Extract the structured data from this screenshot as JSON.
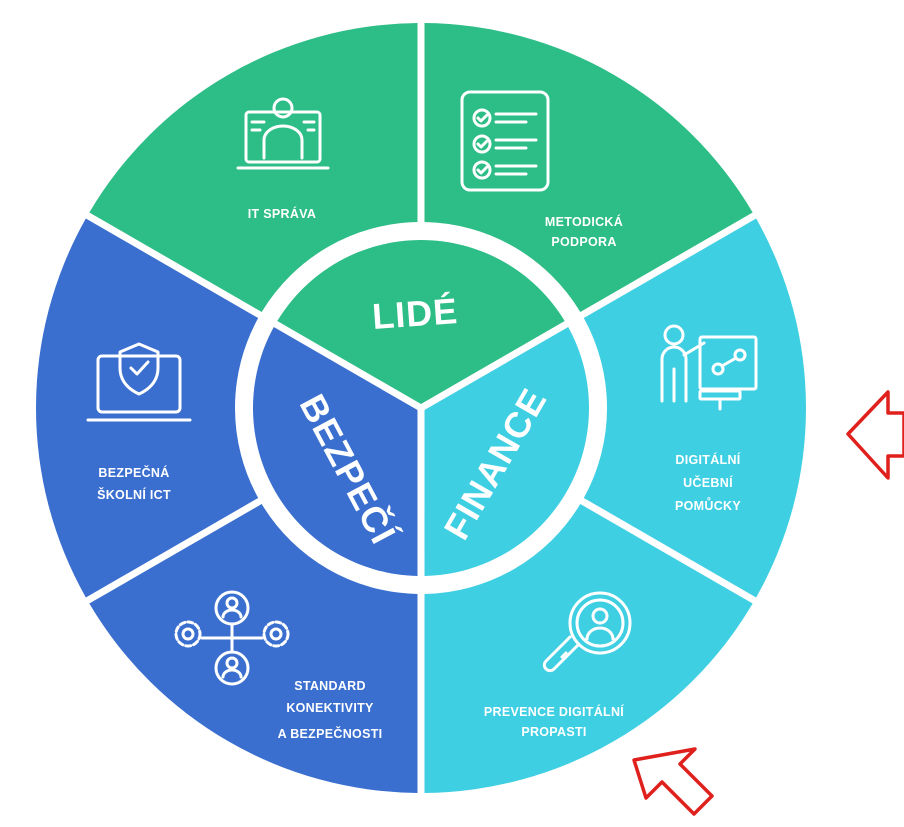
{
  "colors": {
    "green": "#2dbd86",
    "blue": "#3a6fd0",
    "cyan": "#3fcfe3",
    "ring": "#ffffff",
    "arrow": "#e0201c"
  },
  "inner": {
    "lide": "LIDÉ",
    "bezpeci": "BEZPEČÍ",
    "finance": "FINANCE"
  },
  "segments": {
    "it_sprava": {
      "line1": "IT SPRÁVA",
      "icon": "person-at-computer-icon"
    },
    "metodicka": {
      "line1": "METODICKÁ",
      "line2": "PODPORA",
      "icon": "checklist-icon"
    },
    "digitalni": {
      "line1": "DIGITÁLNÍ",
      "line2": "UČEBNÍ",
      "line3": "POMŮCKY",
      "icon": "teacher-presenting-icon"
    },
    "prevence": {
      "line1": "PREVENCE DIGITÁLNÍ",
      "line2": "PROPASTI",
      "icon": "magnifier-person-icon"
    },
    "standard": {
      "line1": "STANDARD",
      "line2": "KONEKTIVITY",
      "line3": "A BEZPEČNOSTI",
      "icon": "network-gears-icon"
    },
    "bezpecna": {
      "line1": "BEZPEČNÁ",
      "line2": "ŠKOLNÍ ICT",
      "icon": "secure-laptop-icon"
    }
  },
  "arrows": [
    {
      "name": "arrow-right",
      "direction": "left"
    },
    {
      "name": "arrow-bottom",
      "direction": "up-left"
    }
  ]
}
